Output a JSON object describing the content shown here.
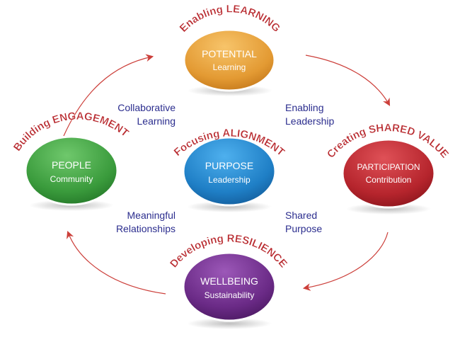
{
  "nodes": {
    "potential": {
      "title": "POTENTIAL",
      "sub": "Learning",
      "arc": "Enabling LEARNING",
      "color": "#e39a33"
    },
    "people": {
      "title": "PEOPLE",
      "sub": "Community",
      "arc": "Building ENGAGEMENT",
      "color": "#3a9b3c"
    },
    "purpose": {
      "title": "PURPOSE",
      "sub": "Leadership",
      "arc": "Focusing ALIGNMENT",
      "color": "#1f7fc6"
    },
    "participation": {
      "title": "PARTICIPATION",
      "sub": "Contribution",
      "arc": "Creating SHARED VALUE",
      "color": "#b6252d"
    },
    "wellbeing": {
      "title": "WELLBEING",
      "sub": "Sustainability",
      "arc": "Developing RESILIENCE",
      "color": "#6a2a86"
    }
  },
  "links": {
    "collaborative": [
      "Collaborative",
      "Learning"
    ],
    "enabling": [
      "Enabling",
      "Leadership"
    ],
    "meaningful": [
      "Meaningful",
      "Relationships"
    ],
    "shared": [
      "Shared",
      "Purpose"
    ]
  },
  "arrow_color": "#cc3f3a",
  "arc_title_color": "#b8292e",
  "link_text_color": "#2b2d8e"
}
